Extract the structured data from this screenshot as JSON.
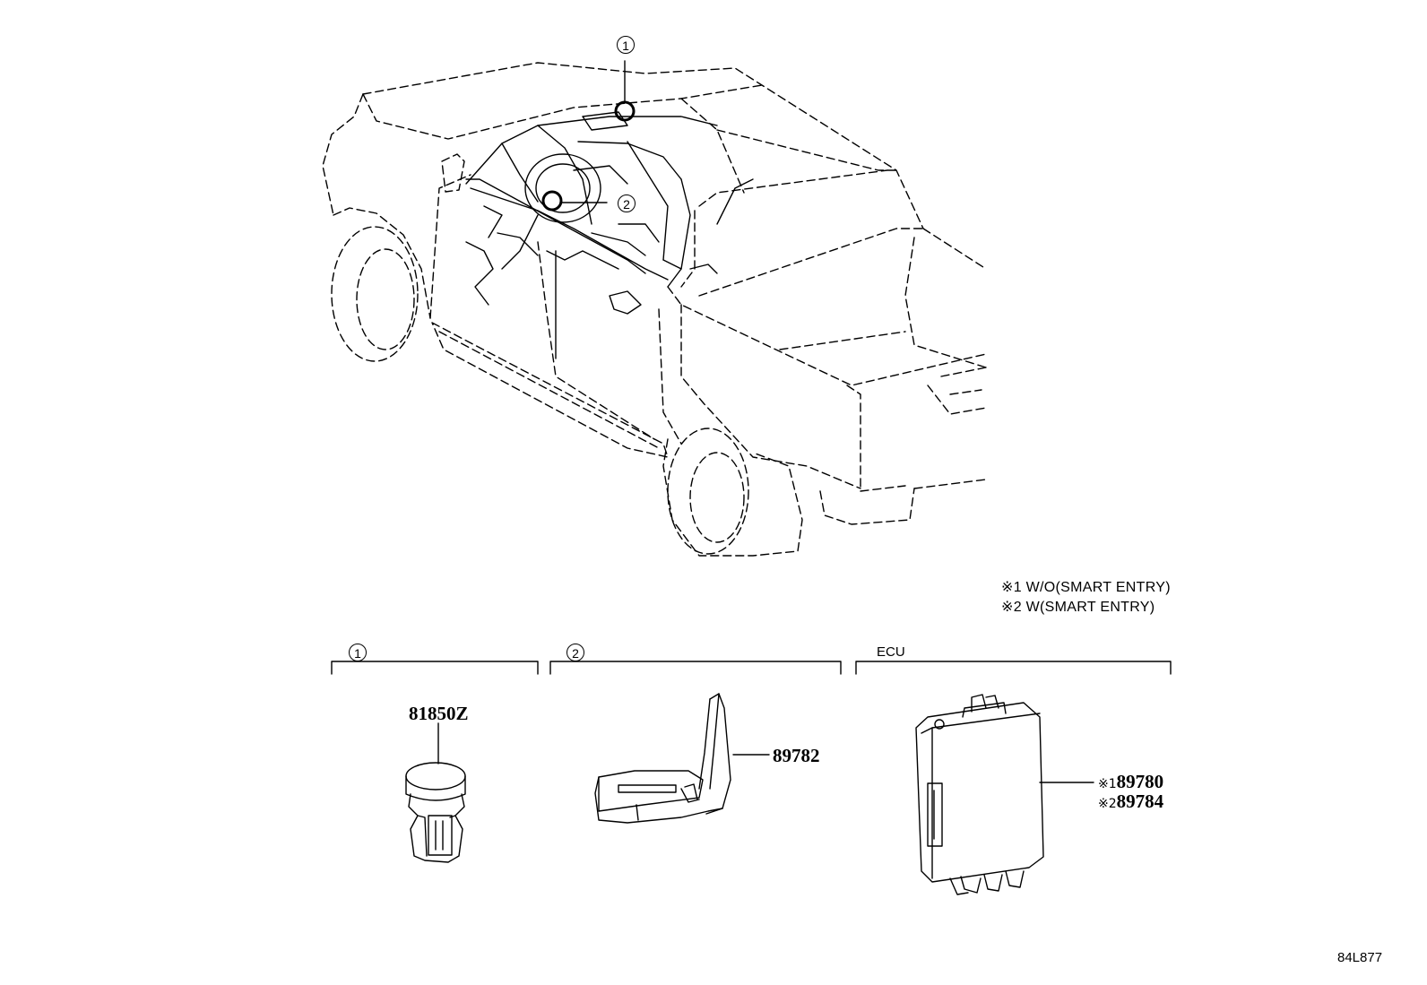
{
  "notes": [
    "※1 W/O(SMART ENTRY)",
    "※2 W(SMART ENTRY)"
  ],
  "callouts": {
    "c1": "1",
    "c2": "2"
  },
  "sections": {
    "s1": {
      "marker": "1"
    },
    "s2": {
      "marker": "2"
    },
    "ecu": {
      "label": "ECU"
    }
  },
  "parts": {
    "p81850z": "81850Z",
    "p89782": "89782",
    "ecu_a": {
      "mark": "※1",
      "number": "89780"
    },
    "ecu_b": {
      "mark": "※2",
      "number": "89784"
    }
  },
  "diagram_code": "84L877"
}
